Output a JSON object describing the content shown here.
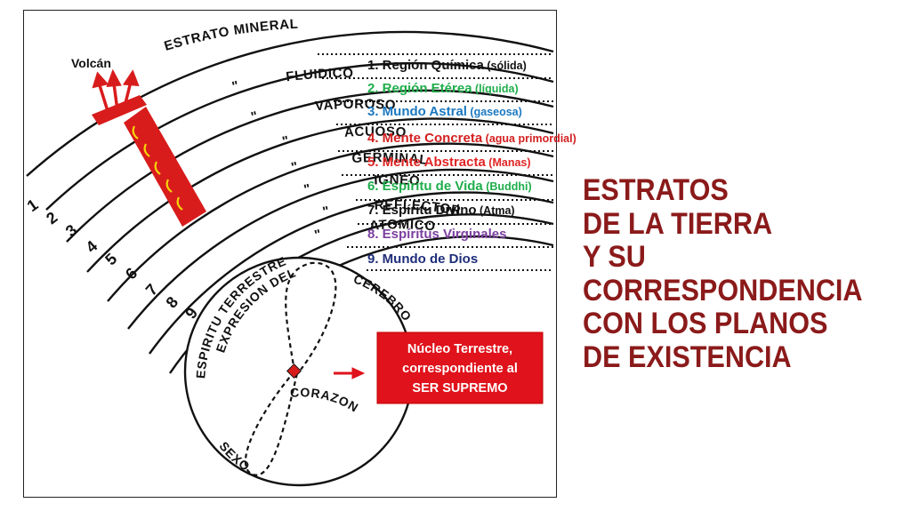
{
  "volcano_label": "Volcán",
  "strata": [
    {
      "name": "ESTRATO MINERAL",
      "mark": ""
    },
    {
      "name": "FLUIDICO",
      "mark": "\""
    },
    {
      "name": "VAPOROSO",
      "mark": "\""
    },
    {
      "name": "ACUOSO",
      "mark": "\""
    },
    {
      "name": "GERMINAL",
      "mark": "\""
    },
    {
      "name": "IGNEO",
      "mark": "\""
    },
    {
      "name": "REFLECTOR",
      "mark": "\""
    },
    {
      "name": "ATOMICO",
      "mark": "\""
    }
  ],
  "layer_numbers": [
    "1",
    "2",
    "3",
    "4",
    "5",
    "6",
    "7",
    "8",
    "9"
  ],
  "planes": [
    {
      "main": "1. Región Química",
      "sub": "(sólida)",
      "color": "#111111"
    },
    {
      "main": "2. Región Etérea",
      "sub": "(líquida)",
      "color": "#1fae4b"
    },
    {
      "main": "3. Mundo Astral",
      "sub": "(gaseosa)",
      "color": "#1c78c0"
    },
    {
      "main": "4. Mente Concreta",
      "sub": "(agua primordial)",
      "color": "#d42020"
    },
    {
      "main": "5. Mente Abstracta",
      "sub": "(Manas)",
      "color": "#e02424"
    },
    {
      "main": "6. Espíritu de Vida",
      "sub": "(Buddhi)",
      "color": "#1fae4b"
    },
    {
      "main": "7. Espíritu Divino",
      "sub": "(Atma)",
      "color": "#111111"
    },
    {
      "main": "8. Espíritus Virginales",
      "sub": "",
      "color": "#7b3fa0"
    },
    {
      "main": "9. Mundo de Dios",
      "sub": "",
      "color": "#1f2e7a"
    }
  ],
  "core_labels": {
    "expresion": "EXPRESION DEL",
    "espiritu": "ESPIRITU TERRESTRE",
    "cerebro": "CEREBRO",
    "corazon": "CORAZON",
    "sexo": "SEXO"
  },
  "callout": [
    "Núcleo Terrestre,",
    "correspondiente al",
    "SER SUPREMO"
  ],
  "side_title": [
    "ESTRATOS",
    "DE LA TIERRA",
    "Y SU",
    "CORRESPONDENCIA",
    "CON LOS PLANOS",
    "DE EXISTENCIA"
  ],
  "colors": {
    "title": "#8b1a1a",
    "callout_bg": "#e0121b",
    "volcano": "#d81c1c",
    "arrows": "#f5d20a"
  }
}
